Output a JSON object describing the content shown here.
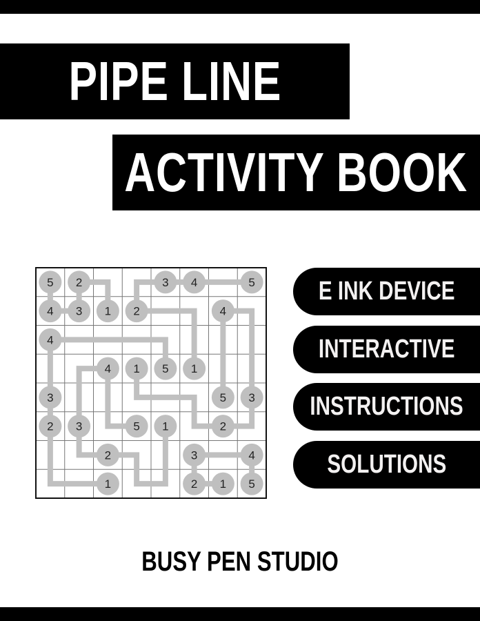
{
  "title_line1": "PIPE LINE",
  "title_line2": "ACTIVITY BOOK",
  "features": [
    "E INK DEVICE",
    "INTERACTIVE",
    "INSTRUCTIONS",
    "SOLUTIONS"
  ],
  "publisher": "BUSY PEN STUDIO",
  "colors": {
    "background": "#ffffff",
    "ink": "#000000",
    "pipe": "#c0c0c0",
    "node": "#bfbfbf"
  },
  "puzzle": {
    "rows": 8,
    "cols": 8,
    "nodes": [
      [
        0,
        0,
        "5"
      ],
      [
        0,
        1,
        "2"
      ],
      [
        0,
        4,
        "3"
      ],
      [
        0,
        5,
        "4"
      ],
      [
        0,
        7,
        "5"
      ],
      [
        1,
        0,
        "4"
      ],
      [
        1,
        1,
        "3"
      ],
      [
        1,
        2,
        "1"
      ],
      [
        1,
        3,
        "2"
      ],
      [
        1,
        6,
        "4"
      ],
      [
        2,
        0,
        "4"
      ],
      [
        3,
        2,
        "4"
      ],
      [
        3,
        3,
        "1"
      ],
      [
        3,
        4,
        "5"
      ],
      [
        3,
        5,
        "1"
      ],
      [
        4,
        0,
        "3"
      ],
      [
        4,
        6,
        "5"
      ],
      [
        4,
        7,
        "3"
      ],
      [
        5,
        0,
        "2"
      ],
      [
        5,
        1,
        "3"
      ],
      [
        5,
        3,
        "5"
      ],
      [
        5,
        4,
        "1"
      ],
      [
        5,
        6,
        "2"
      ],
      [
        6,
        2,
        "2"
      ],
      [
        6,
        5,
        "3"
      ],
      [
        6,
        7,
        "4"
      ],
      [
        7,
        2,
        "1"
      ],
      [
        7,
        5,
        "2"
      ],
      [
        7,
        6,
        "1"
      ],
      [
        7,
        7,
        "5"
      ]
    ],
    "pipes": [
      [
        [
          0,
          0
        ],
        [
          1,
          0
        ]
      ],
      [
        [
          0,
          1
        ],
        [
          1,
          1
        ]
      ],
      [
        [
          1,
          0
        ],
        [
          1,
          1
        ]
      ],
      [
        [
          0,
          1
        ],
        [
          0,
          2
        ],
        [
          1,
          2
        ]
      ],
      [
        [
          1,
          3
        ],
        [
          0,
          3
        ],
        [
          0,
          4
        ]
      ],
      [
        [
          0,
          4
        ],
        [
          0,
          7
        ]
      ],
      [
        [
          1,
          3
        ],
        [
          1,
          5
        ],
        [
          3,
          5
        ]
      ],
      [
        [
          1,
          6
        ],
        [
          4,
          6
        ]
      ],
      [
        [
          1,
          6
        ],
        [
          1,
          7
        ],
        [
          4,
          7
        ]
      ],
      [
        [
          2,
          0
        ],
        [
          2,
          4
        ],
        [
          3,
          4
        ]
      ],
      [
        [
          2,
          0
        ],
        [
          5,
          0
        ]
      ],
      [
        [
          3,
          2
        ],
        [
          3,
          1
        ],
        [
          5,
          1
        ]
      ],
      [
        [
          3,
          2
        ],
        [
          5,
          2
        ],
        [
          5,
          3
        ]
      ],
      [
        [
          3,
          3
        ],
        [
          4,
          3
        ],
        [
          4,
          5
        ],
        [
          5,
          5
        ],
        [
          5,
          6
        ]
      ],
      [
        [
          5,
          6
        ],
        [
          5,
          7
        ],
        [
          4,
          7
        ]
      ],
      [
        [
          5,
          0
        ],
        [
          7,
          0
        ],
        [
          7,
          2
        ]
      ],
      [
        [
          5,
          1
        ],
        [
          6,
          1
        ],
        [
          6,
          2
        ]
      ],
      [
        [
          6,
          2
        ],
        [
          6,
          3
        ],
        [
          7,
          3
        ],
        [
          7,
          4
        ],
        [
          5,
          4
        ]
      ],
      [
        [
          6,
          5
        ],
        [
          6,
          7
        ]
      ],
      [
        [
          6,
          5
        ],
        [
          7,
          5
        ],
        [
          7,
          6
        ]
      ],
      [
        [
          6,
          7
        ],
        [
          7,
          7
        ]
      ]
    ]
  }
}
